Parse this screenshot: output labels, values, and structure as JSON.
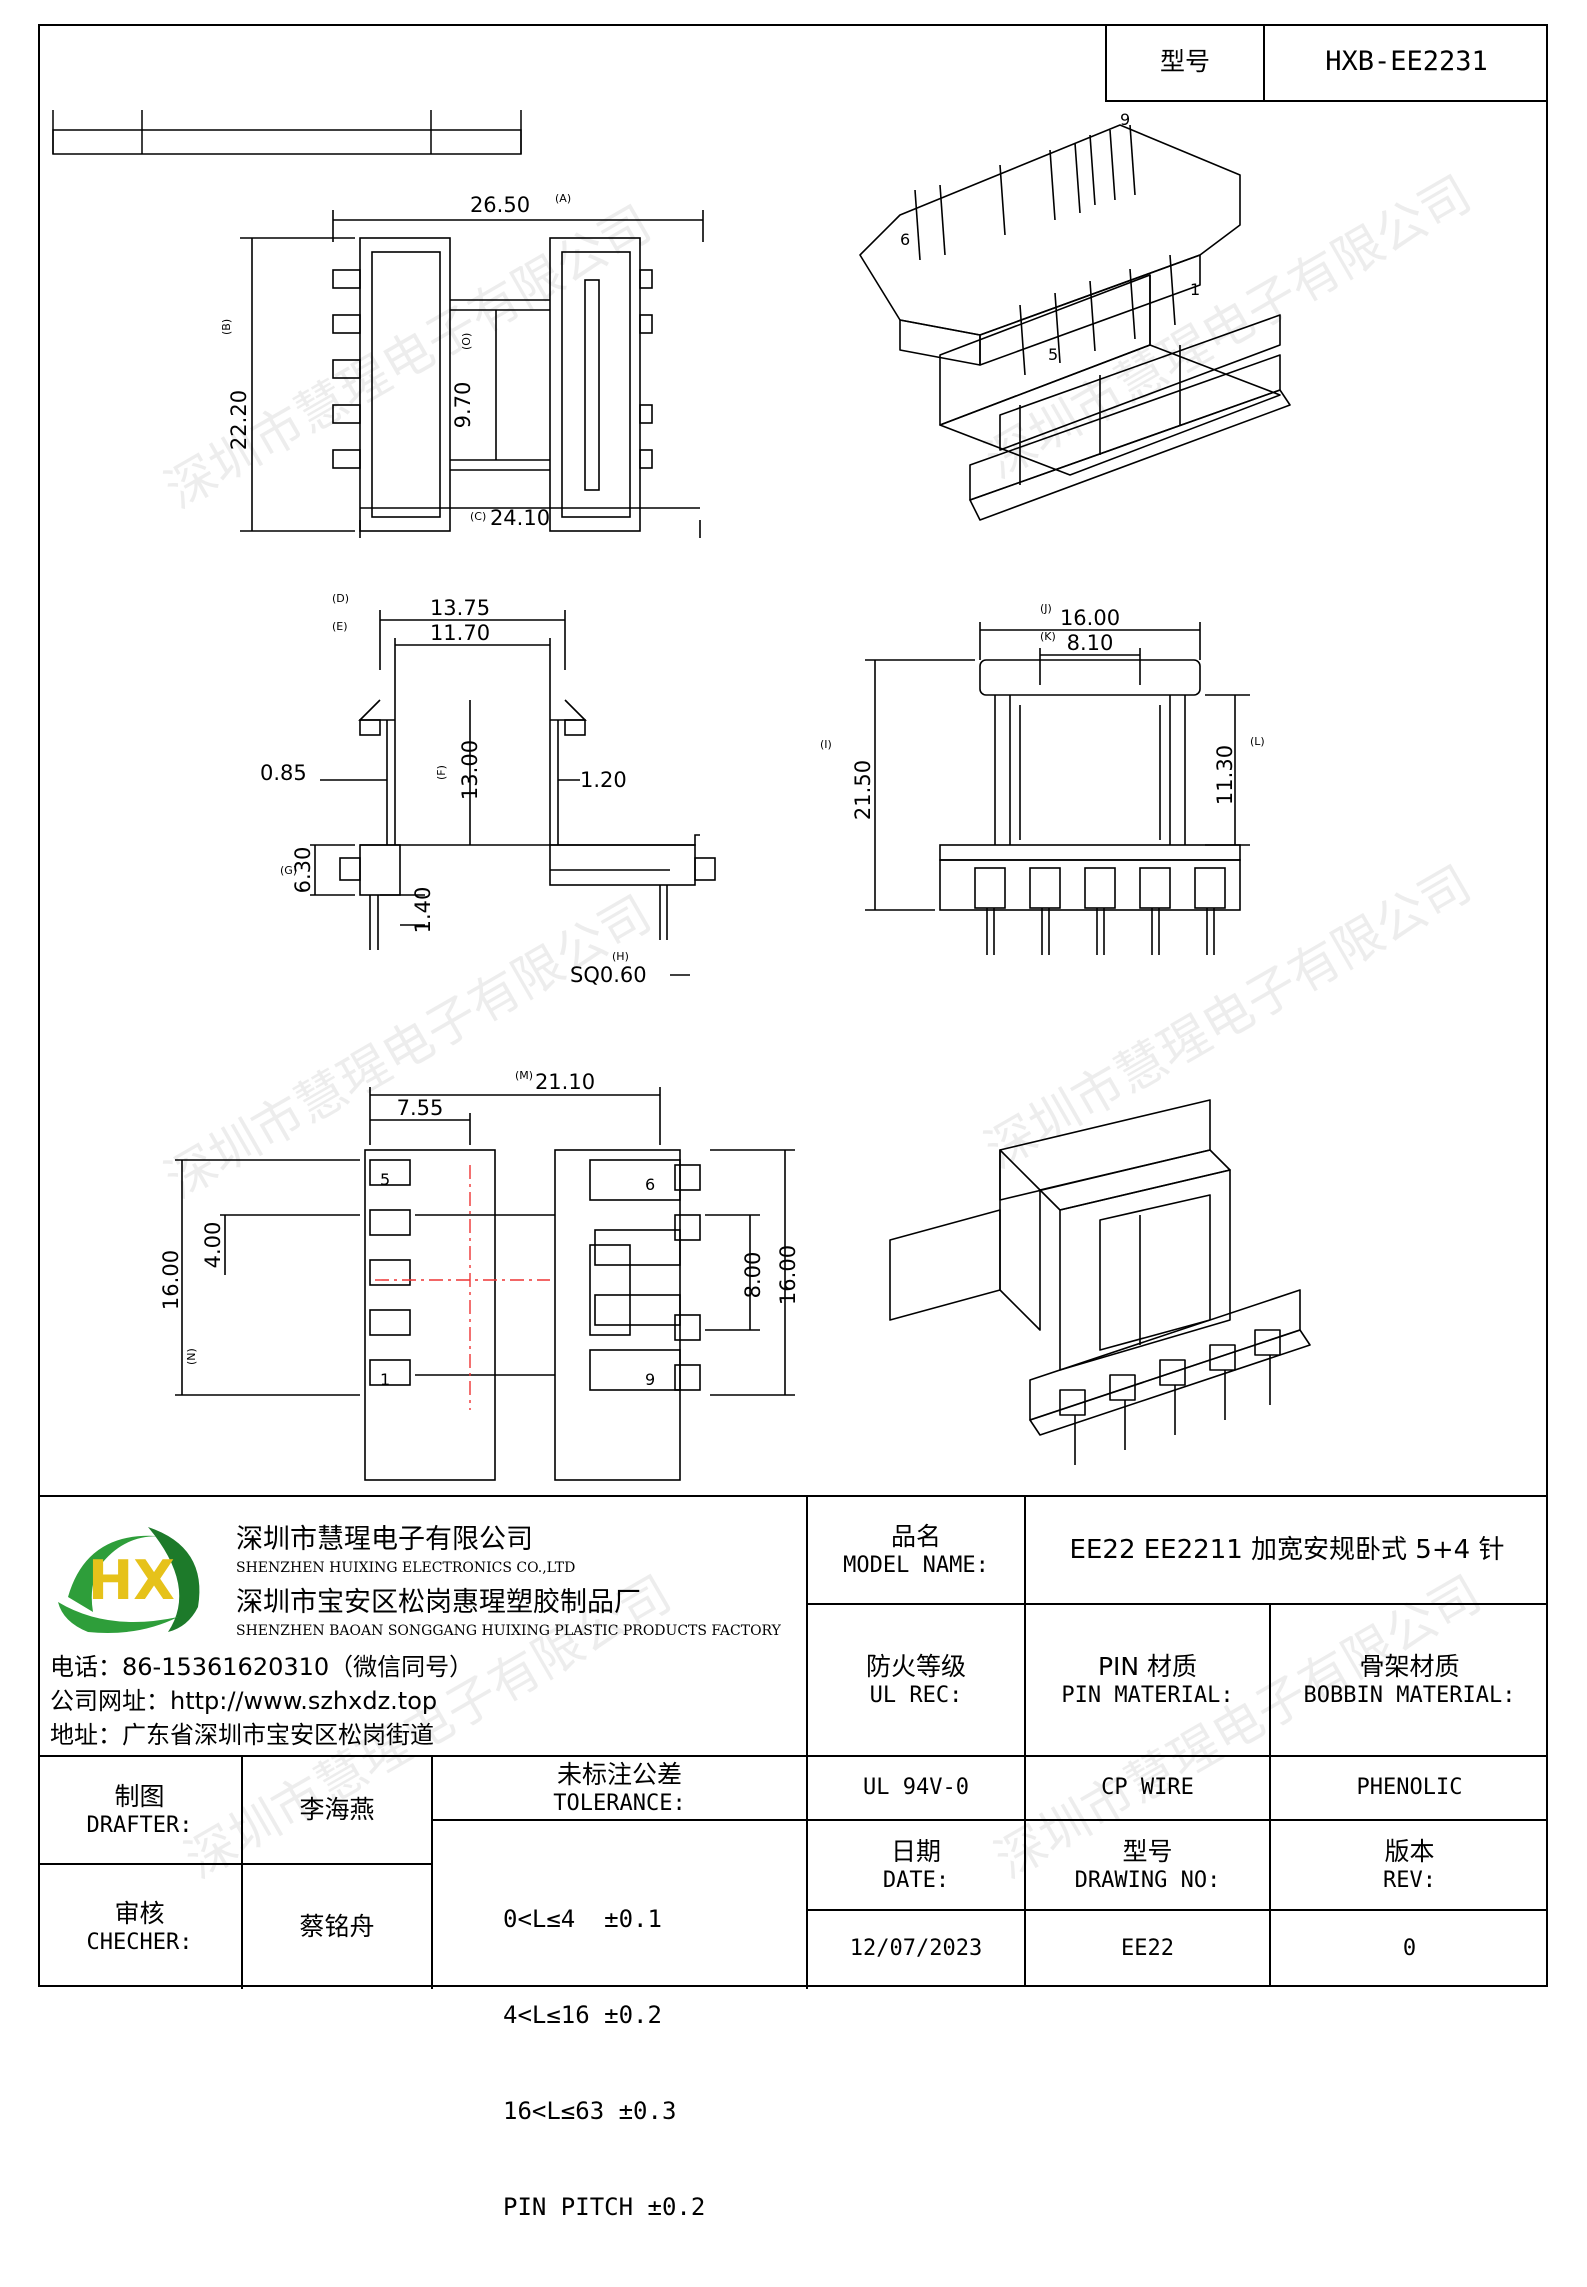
{
  "header": {
    "model_label": "型号",
    "model_value": "HXB-EE2231"
  },
  "watermark": "深圳市慧瑆电子有限公司",
  "dims_top": {
    "a": "26.50",
    "a_tag": "(A)",
    "b": "22.20",
    "b_tag": "(B)",
    "c": "24.10",
    "c_tag": "(C)",
    "o": "9.70",
    "o_tag": "(O)"
  },
  "dims_side": {
    "d": "13.75",
    "d_tag": "(D)",
    "e": "11.70",
    "e_tag": "(E)",
    "f": "13.00",
    "f_tag": "(F)",
    "g": "6.30",
    "g_tag": "(G)",
    "h": "SQ0.60",
    "h_tag": "(H)",
    "w1": "0.85",
    "w2": "1.20",
    "p": "1.40"
  },
  "dims_front": {
    "j": "16.00",
    "j_tag": "(J)",
    "k": "8.10",
    "k_tag": "(K)",
    "i": "21.50",
    "i_tag": "(I)",
    "l": "11.30",
    "l_tag": "(L)"
  },
  "dims_bottom": {
    "m": "21.10",
    "m_tag": "(M)",
    "s": "7.55",
    "n": "16.00",
    "n_tag": "(N)",
    "q": "4.00",
    "r": "8.00",
    "t": "16.00"
  },
  "pins": {
    "p1": "1",
    "p5": "5",
    "p6": "6",
    "p9": "9"
  },
  "company": {
    "name_cn": "深圳市慧瑆电子有限公司",
    "name_en": "SHENZHEN HUIXING ELECTRONICS CO.,LTD",
    "factory_cn": "深圳市宝安区松岗惠瑆塑胶制品厂",
    "factory_en": "SHENZHEN BAOAN SONGGANG HUIXING PLASTIC PRODUCTS FACTORY",
    "phone": "电话：86-15361620310（微信同号）",
    "website": "公司网址：http://www.szhxdz.top",
    "address": "地址：广东省深圳市宝安区松岗街道",
    "logo_text": "HX",
    "colors": {
      "green": "#2e9e3a",
      "yellow": "#e6c21a",
      "dark_green": "#1d7a2a"
    }
  },
  "title_block": {
    "model_name_cn": "品名",
    "model_name_en": "MODEL NAME:",
    "model_name_value": "EE22 EE2211 加宽安规卧式 5+4 针",
    "ul_cn": "防火等级",
    "ul_en": "UL REC:",
    "pin_cn": "PIN 材质",
    "pin_en": "PIN MATERIAL:",
    "bobbin_cn": "骨架材质",
    "bobbin_en": "BOBBIN MATERIAL:",
    "ul_value": "UL 94V-0",
    "pin_value": "CP WIRE",
    "bobbin_value": "PHENOLIC",
    "drafter_cn": "制图",
    "drafter_en": "DRAFTER:",
    "drafter_value": "李海燕",
    "tolerance_cn": "未标注公差",
    "tolerance_en": "TOLERANCE:",
    "tolerance_lines": [
      "0<L≤4  ±0.1",
      "4<L≤16 ±0.2",
      "16<L≤63 ±0.3",
      "PIN PITCH ±0.2"
    ],
    "checker_cn": "审核",
    "checker_en": "CHECHER:",
    "checker_value": "蔡铭舟",
    "date_cn": "日期",
    "date_en": "DATE:",
    "drawing_cn": "型号",
    "drawing_en": "DRAWING NO:",
    "rev_cn": "版本",
    "rev_en": "REV:",
    "date_value": "12/07/2023",
    "drawing_value": "EE22",
    "rev_value": "0"
  }
}
